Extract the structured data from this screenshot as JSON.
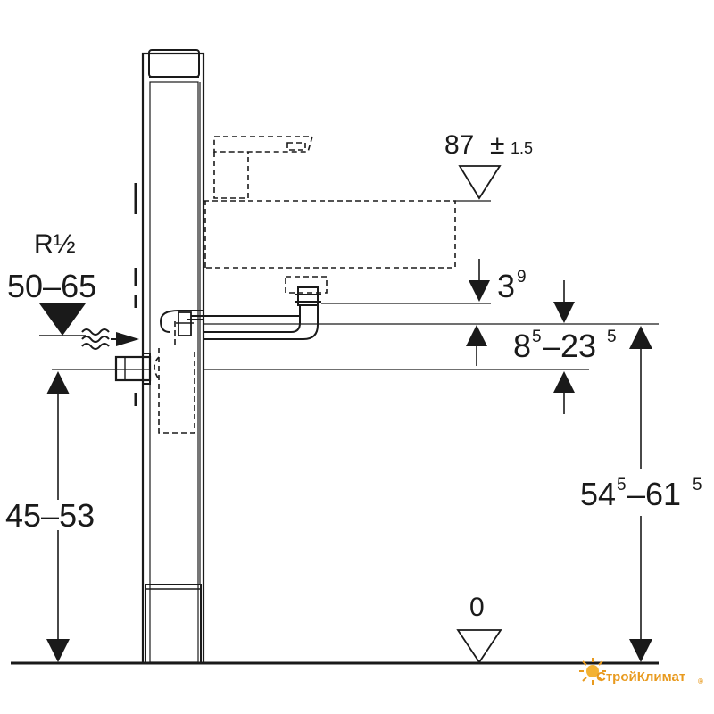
{
  "labels": {
    "top_height": "87",
    "top_tolerance_sign": "±",
    "top_tolerance": "1.5",
    "supply_thread": "R½",
    "supply_height": "50–65",
    "drain_offset_main": "3",
    "drain_offset_sup": "9",
    "drain_range_a": "8",
    "drain_range_a_sup": "5",
    "drain_range_dash": "–23",
    "drain_range_b_sup": "5",
    "left_height": "45–53",
    "right_range_a": "54",
    "right_range_a_sup": "5",
    "right_range_dash": "–61",
    "right_range_b_sup": "5",
    "floor_zero": "0"
  },
  "watermark": {
    "text": "СтройКлимат",
    "suffix": "®"
  },
  "colors": {
    "line": "#1a1a1a",
    "watermark": "#e89a1e"
  }
}
